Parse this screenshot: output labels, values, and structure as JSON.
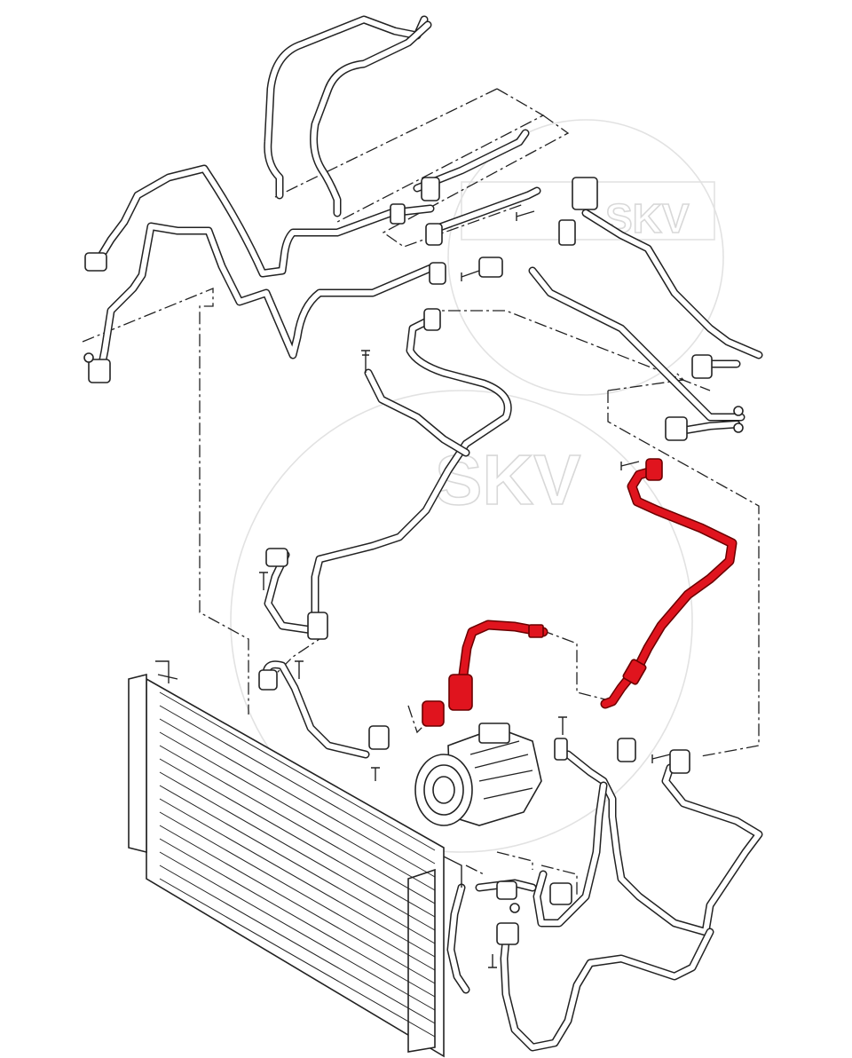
{
  "watermark": {
    "brand_top": "SKV",
    "brand_center": "SKV"
  },
  "highlight": {
    "color": "#e0141e",
    "part": "compressor-hose"
  },
  "icons": {
    "compressor": "ac-compressor-icon",
    "condenser": "condenser-icon",
    "sensor": "pressure-switch-icon",
    "bolt": "bolt-icon",
    "o_ring": "o-ring-icon"
  }
}
